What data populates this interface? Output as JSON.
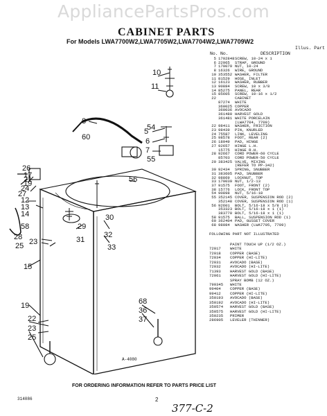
{
  "watermark": "AppliancePartsPros.com",
  "title": "CABINET PARTS",
  "models": "For Models LWA7700W2,LWA7705W2,LWA7704W2,LWA7709W2",
  "columns": {
    "illus": "Illus. Part",
    "no_label": "No.",
    "part_no_label": "No.",
    "description": "DESCRIPTION"
  },
  "parts": [
    {
      "k": "5",
      "p": "1702848",
      "d": "SCREW, 10-24 x 1"
    },
    {
      "k": "6",
      "p": "22965",
      "d": "STRAP, GROUND"
    },
    {
      "k": "7",
      "p": "170079",
      "d": "NUT, 10-24"
    },
    {
      "k": "8",
      "p": "16326",
      "d": "WIRE, GROUND"
    },
    {
      "k": "10",
      "p": "353552",
      "d": "WASHER, FILTER"
    },
    {
      "k": "11",
      "p": "81529",
      "d": "HOSE, INLET"
    },
    {
      "k": "12",
      "p": "16123",
      "d": "WASHER, RUBBER"
    },
    {
      "k": "13",
      "p": "90884",
      "d": "SCREW, 10 x 3/8"
    },
    {
      "k": "14",
      "p": "85275",
      "d": "PANEL, REAR"
    },
    {
      "k": "15",
      "p": "85605",
      "d": "SCREW, 10-16 x 1/2"
    },
    {
      "k": "22",
      "p": "",
      "d": "CABINET"
    },
    {
      "k": "",
      "p": "87274",
      "d": "WHITE"
    },
    {
      "k": "",
      "p": "360025",
      "d": "COPPER"
    },
    {
      "k": "",
      "p": "360036",
      "d": "AVOCADO"
    },
    {
      "k": "",
      "p": "361480",
      "d": "HARVEST GOLD"
    },
    {
      "k": "",
      "p": "361481",
      "d": "WHITE PORCELAIN"
    },
    {
      "k": "",
      "p": "",
      "d": "(LWA7704, 7709)"
    },
    {
      "k": "22",
      "p": "98411",
      "d": "WASHER, FRICTION"
    },
    {
      "k": "23",
      "p": "98439",
      "d": "PIN, KNURLED"
    },
    {
      "k": "24",
      "p": "75587",
      "d": "LINK, LEVELING"
    },
    {
      "k": "25",
      "p": "98578",
      "d": "FOOT, REAR (2)"
    },
    {
      "k": "26",
      "p": "18949",
      "d": "PAD, HINGE"
    },
    {
      "k": "27",
      "p": "92657",
      "d": "HINGE L.H."
    },
    {
      "k": "",
      "p": "15775",
      "d": "HINGE R.H."
    },
    {
      "k": "28",
      "p": "92667",
      "d": "CORD POWER-60 CYCLE"
    },
    {
      "k": "",
      "p": "85703",
      "d": "CORD POWER-50 CYCLE"
    },
    {
      "k": "29",
      "p": "383425",
      "d": "VALVE, MIXING"
    },
    {
      "k": "",
      "p": "",
      "d": "(REFER TO PP-342)"
    },
    {
      "k": "30",
      "p": "92434",
      "d": "SPRING, SNUBBER"
    },
    {
      "k": "31",
      "p": "383605",
      "d": "PAD, SNUBBER"
    },
    {
      "k": "32",
      "p": "98869",
      "d": "LOCKNUT, TOP"
    },
    {
      "k": "33",
      "p": "170039",
      "d": "NUT, 1/2-13"
    },
    {
      "k": "37",
      "p": "91575",
      "d": "FOOT, FRONT (2)"
    },
    {
      "k": "38",
      "p": "15776",
      "d": "LOCK, FRONT TOP"
    },
    {
      "k": "54",
      "p": "90898",
      "d": "NUT, 5/16-18"
    },
    {
      "k": "55",
      "p": "352145",
      "d": "COVER, SUSPENSION ROD (2)"
    },
    {
      "k": "",
      "p": "352148",
      "d": "COVER, SUSPENSION ROD (1)"
    },
    {
      "k": "56",
      "p": "92601",
      "d": "BOLT, 5/16-18 x 5/8 (3)"
    },
    {
      "k": "",
      "p": "353323",
      "d": "BOLT, 5/16-18 x 1 (1)"
    },
    {
      "k": "",
      "p": "383770",
      "d": "BOLT, 5/16-18 x 1 (1)"
    },
    {
      "k": "58",
      "p": "91575",
      "d": "BALL, SUSPENSION ROD (1)"
    },
    {
      "k": "60",
      "p": "362404",
      "d": "PAD, GUSSET COVER"
    },
    {
      "k": "68",
      "p": "98084",
      "d": "WASHER (LWA7705, 7709)"
    }
  ],
  "following_note": "FOLLOWING PART NOT ILLUSTRATED",
  "extra_parts": [
    {
      "p": "",
      "d": "PAINT TOUCH UP (1/2 OZ.)"
    },
    {
      "p": "72017",
      "d": "WHITE"
    },
    {
      "p": "72018",
      "d": "COPPER (BASE)"
    },
    {
      "p": "72034",
      "d": "COPPER (HI-LITE)"
    },
    {
      "p": "72031",
      "d": "AVOCADO (BASE)"
    },
    {
      "p": "72032",
      "d": "AVOCADO (HI-LITE)"
    },
    {
      "p": "71393",
      "d": "HARVEST GOLD (BASE)"
    },
    {
      "p": "72061",
      "d": "HARVEST GOLD (HI-LITE)"
    },
    {
      "p": "",
      "d": "SPRAY BOMB (12 OZ.)"
    },
    {
      "p": "799345",
      "d": "WHITE"
    },
    {
      "p": "99404",
      "d": "COPPER (BASE)"
    },
    {
      "p": "99412",
      "d": "COPPER (HI-LITE)"
    },
    {
      "p": "350193",
      "d": "AVOCADO (BASE)"
    },
    {
      "p": "350192",
      "d": "AVOCADO (HI-LITE)"
    },
    {
      "p": "350574",
      "d": "HARVEST GOLD (BASE)"
    },
    {
      "p": "350575",
      "d": "HARVEST GOLD (HI-LITE)"
    },
    {
      "p": "350235",
      "d": "PRIMER"
    },
    {
      "p": "286905",
      "d": "LEVELER (THINNER)"
    }
  ],
  "callouts": [
    "10",
    "11",
    "8",
    "60",
    "54",
    "5",
    "6",
    "7",
    "55",
    "56",
    "21",
    "24",
    "12",
    "13",
    "14",
    "26",
    "17",
    "19",
    "27",
    "23",
    "58",
    "28",
    "25",
    "29",
    "30",
    "32",
    "33",
    "31",
    "15",
    "19",
    "22",
    "23",
    "25",
    "68",
    "36",
    "37"
  ],
  "drawing_number": "A-4080",
  "footer": "FOR ORDERING INFORMATION REFER TO PARTS PRICE LIST",
  "page_code": "314086",
  "page_number": "2",
  "handwritten": "377-C-2"
}
